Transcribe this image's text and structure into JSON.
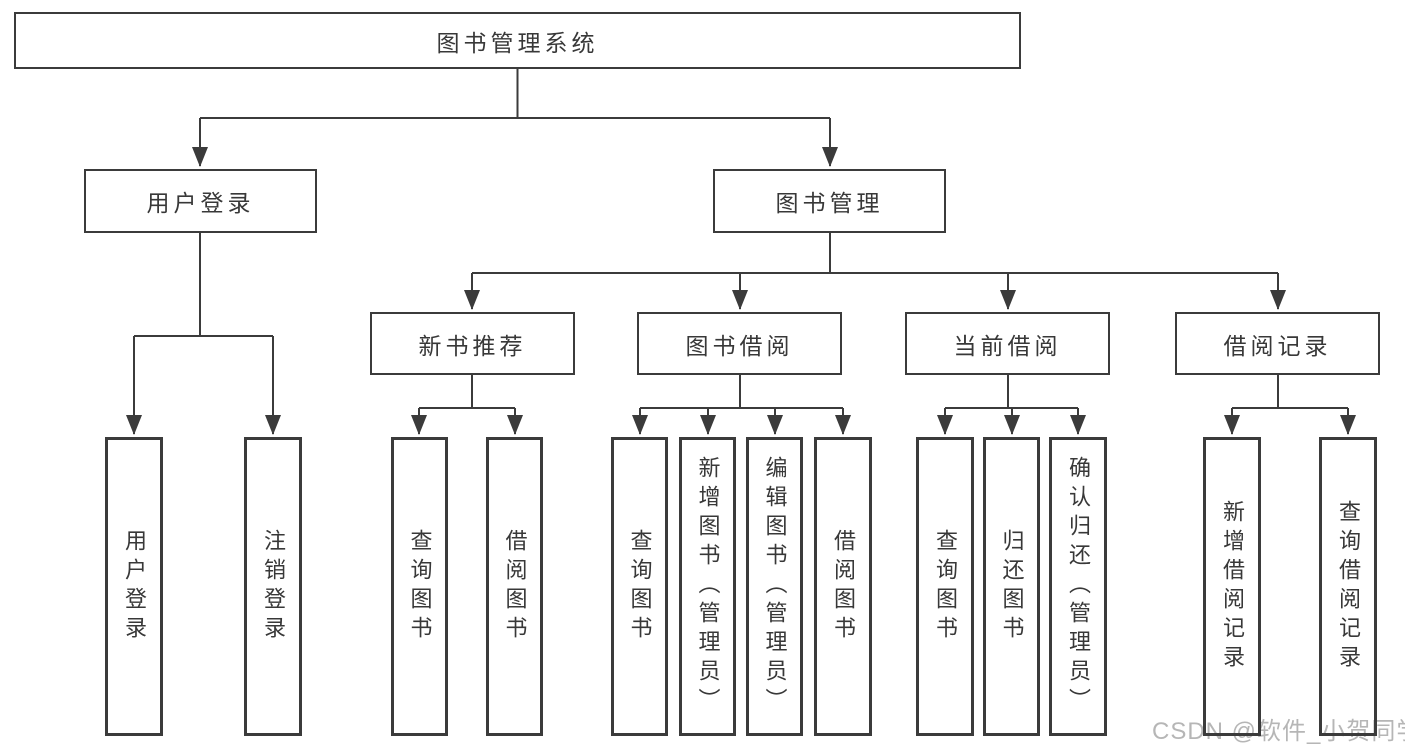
{
  "colors": {
    "line": "#3b3b3b",
    "box_border": "#3b3b3b",
    "text": "#383838",
    "watermark": "#b6b6b6",
    "background": "#ffffff"
  },
  "nodes": {
    "root": {
      "label": "图书管理系统"
    },
    "user_login": {
      "label": "用户登录"
    },
    "book_management": {
      "label": "图书管理"
    },
    "new_book_recommend": {
      "label": "新书推荐"
    },
    "book_borrowing": {
      "label": "图书借阅"
    },
    "current_borrowing": {
      "label": "当前借阅"
    },
    "borrowing_records": {
      "label": "借阅记录"
    },
    "user_login_leaf": {
      "label": "用户登录"
    },
    "logout_leaf": {
      "label": "注销登录"
    },
    "nbr_query_books": {
      "label": "查询图书"
    },
    "nbr_borrow_books": {
      "label": "借阅图书"
    },
    "bb_query_books": {
      "label": "查询图书"
    },
    "bb_add_books": {
      "label": "新增图书（管理员）"
    },
    "bb_edit_books": {
      "label": "编辑图书（管理员）"
    },
    "bb_borrow_books": {
      "label": "借阅图书"
    },
    "cb_query_books": {
      "label": "查询图书"
    },
    "cb_return_books": {
      "label": "归还图书"
    },
    "cb_confirm_return": {
      "label": "确认归还（管理员）"
    },
    "br_add_record": {
      "label": "新增借阅记录"
    },
    "br_query_record": {
      "label": "查询借阅记录"
    }
  },
  "hierarchy": {
    "图书管理系统": {
      "用户登录": [
        "用户登录",
        "注销登录"
      ],
      "图书管理": {
        "新书推荐": [
          "查询图书",
          "借阅图书"
        ],
        "图书借阅": [
          "查询图书",
          "新增图书（管理员）",
          "编辑图书（管理员）",
          "借阅图书"
        ],
        "当前借阅": [
          "查询图书",
          "归还图书",
          "确认归还（管理员）"
        ],
        "借阅记录": [
          "新增借阅记录",
          "查询借阅记录"
        ]
      }
    }
  },
  "watermark": {
    "text": "CSDN @软件_小贺同学"
  }
}
